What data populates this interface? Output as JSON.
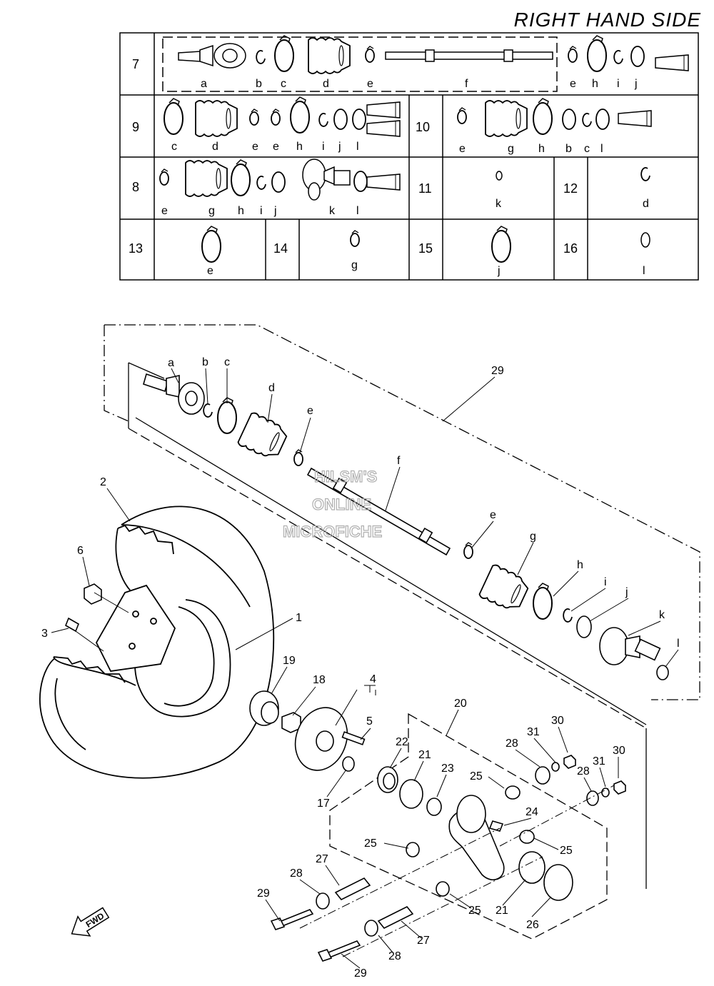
{
  "title": "RIGHT HAND SIDE",
  "watermark": [
    "HILSM'S",
    "ONLINE",
    "MICROFICHE"
  ],
  "fwd_label": "FWD",
  "table": {
    "row7": {
      "num": "7",
      "letters": [
        "a",
        "b",
        "c",
        "d",
        "e",
        "f",
        "e",
        "h",
        "i",
        "j"
      ]
    },
    "row9": {
      "num": "9",
      "letters": [
        "c",
        "d",
        "e",
        "e",
        "h",
        "i",
        "j",
        "l"
      ]
    },
    "row10": {
      "num": "10",
      "letters": [
        "e",
        "g",
        "h",
        "b",
        "c",
        "l"
      ]
    },
    "row8": {
      "num": "8",
      "letters": [
        "e",
        "g",
        "h",
        "i",
        "j",
        "k",
        "l"
      ]
    },
    "row11": {
      "num": "11",
      "letter": "k"
    },
    "row12": {
      "num": "12",
      "letter": "d"
    },
    "row13": {
      "num": "13",
      "letter": "e"
    },
    "row14": {
      "num": "14",
      "letter": "g"
    },
    "row15": {
      "num": "15",
      "letter": "j"
    },
    "row16": {
      "num": "16",
      "letter": "l"
    }
  },
  "callouts": {
    "shaft": [
      "a",
      "b",
      "c",
      "d",
      "e",
      "f",
      "e",
      "g",
      "h",
      "i",
      "j",
      "k",
      "l"
    ],
    "n29_top": "29",
    "n2": "2",
    "n6": "6",
    "n3": "3",
    "n1": "1",
    "n19": "19",
    "n18": "18",
    "n4": "4",
    "n5": "5",
    "n17": "17",
    "n20": "20",
    "n22": "22",
    "n21a": "21",
    "n23": "23",
    "n25a": "25",
    "n28a": "28",
    "n31a": "31",
    "n30a": "30",
    "n28b": "28",
    "n31b": "31",
    "n30b": "30",
    "n24": "24",
    "n25b": "25",
    "n25c": "25",
    "n27a": "27",
    "n28c": "28",
    "n29a": "29",
    "n25d": "25",
    "n21b": "21",
    "n26": "26",
    "n27b": "27",
    "n28d": "28",
    "n29b": "29"
  }
}
